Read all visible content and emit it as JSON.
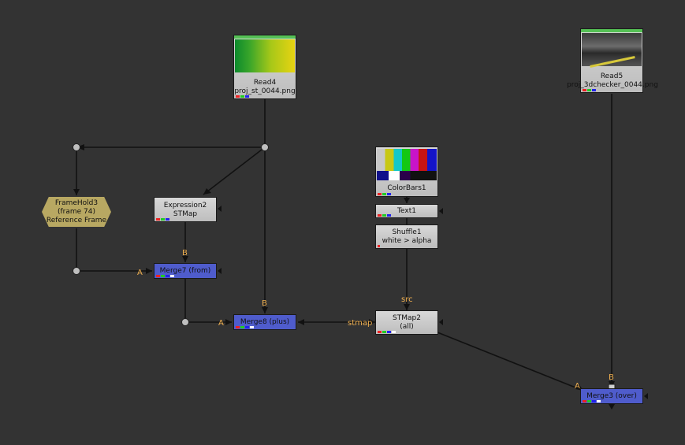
{
  "nodes": {
    "read4": {
      "name": "Read4",
      "file": "proj_st_0044.png"
    },
    "read5": {
      "name": "Read5",
      "file": "proj_3dchecker_0044.png"
    },
    "colorbars": {
      "name": "ColorBars1"
    },
    "text1": {
      "name": "Text1"
    },
    "shuffle1": {
      "name": "Shuffle1",
      "sub": "white > alpha"
    },
    "stmap2": {
      "name": "STMap2",
      "sub": "(all)"
    },
    "expression2": {
      "name": "Expression2",
      "sub": "STMap"
    },
    "framehold3": {
      "name": "FrameHold3",
      "sub": "(frame 74)",
      "sub2": "Reference Frame"
    },
    "merge7": {
      "name": "Merge7 (from)"
    },
    "merge8": {
      "name": "Merge8 (plus)"
    },
    "merge3": {
      "name": "Merge3 (over)"
    }
  },
  "pins": {
    "a": "A",
    "b": "B",
    "src": "src",
    "stmap": "stmap"
  },
  "colors": {
    "background": "#333333",
    "pin_label": "#f0b050",
    "thumb_header": "#55c055",
    "merge_node": "#5a64d0",
    "framehold_node": "#b8a862"
  }
}
